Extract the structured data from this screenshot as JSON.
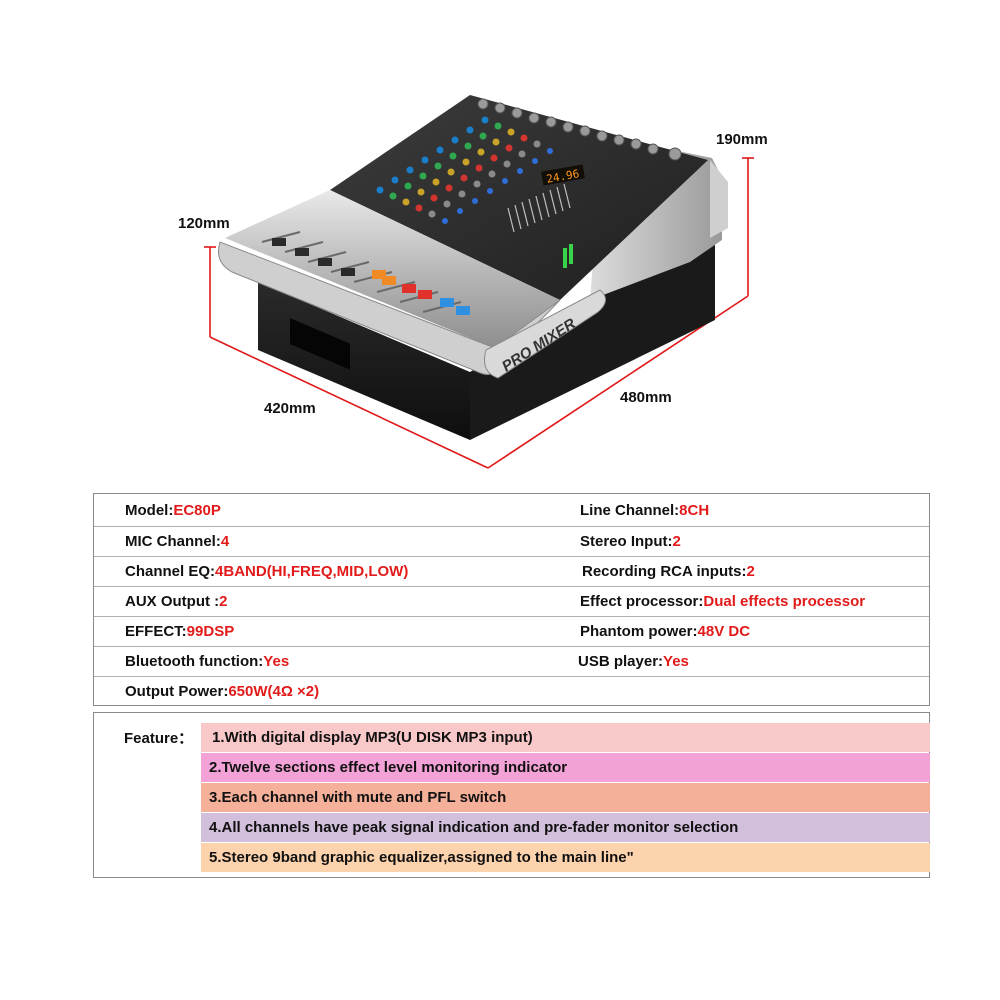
{
  "dimensions": {
    "height_front": "120mm",
    "height_back": "190mm",
    "depth": "420mm",
    "width": "480mm"
  },
  "product": {
    "logo": "PRO MIXER",
    "display": "24.96"
  },
  "specs": {
    "model": {
      "label": "Model:",
      "value": "EC80P"
    },
    "line_channel": {
      "label": "Line Channel:",
      "value": "8CH"
    },
    "mic_channel": {
      "label": "MIC Channel:",
      "value": "4"
    },
    "stereo_input": {
      "label": "Stereo Input:",
      "value": "2"
    },
    "channel_eq": {
      "label": "Channel EQ:",
      "value": "4BAND(HI,FREQ,MID,LOW)"
    },
    "recording_rca": {
      "label": "Recording RCA inputs:",
      "value": "2"
    },
    "aux_output": {
      "label": "AUX Output :",
      "value": "2"
    },
    "effect_processor": {
      "label": "Effect processor:",
      "value": "Dual effects processor"
    },
    "effect": {
      "label": "EFFECT:",
      "value": "99DSP"
    },
    "phantom_power": {
      "label": "Phantom power:",
      "value": "48V DC"
    },
    "bluetooth": {
      "label": "Bluetooth function:",
      "value": "Yes"
    },
    "usb_player": {
      "label": "USB player:",
      "value": "Yes"
    },
    "output_power": {
      "label": "Output Power:",
      "value": "650W(4Ω ×2)"
    }
  },
  "features": {
    "label": "Feature：",
    "items": [
      {
        "text": "1.With digital display MP3(U DISK MP3 input)",
        "color": "#f9c8c8"
      },
      {
        "text": "2.Twelve sections effect level monitoring indicator",
        "color": "#f2a2d6"
      },
      {
        "text": "3.Each channel with mute and PFL switch",
        "color": "#f5b09a"
      },
      {
        "text": "4.All channels have peak signal indication and pre-fader monitor selection",
        "color": "#d2bfdc"
      },
      {
        "text": "5.Stereo 9band graphic equalizer,assigned to the main line\"",
        "color": "#fcd3ad"
      }
    ]
  },
  "colors": {
    "value_red": "#e21a1a",
    "dimension_line": "#e01818"
  }
}
